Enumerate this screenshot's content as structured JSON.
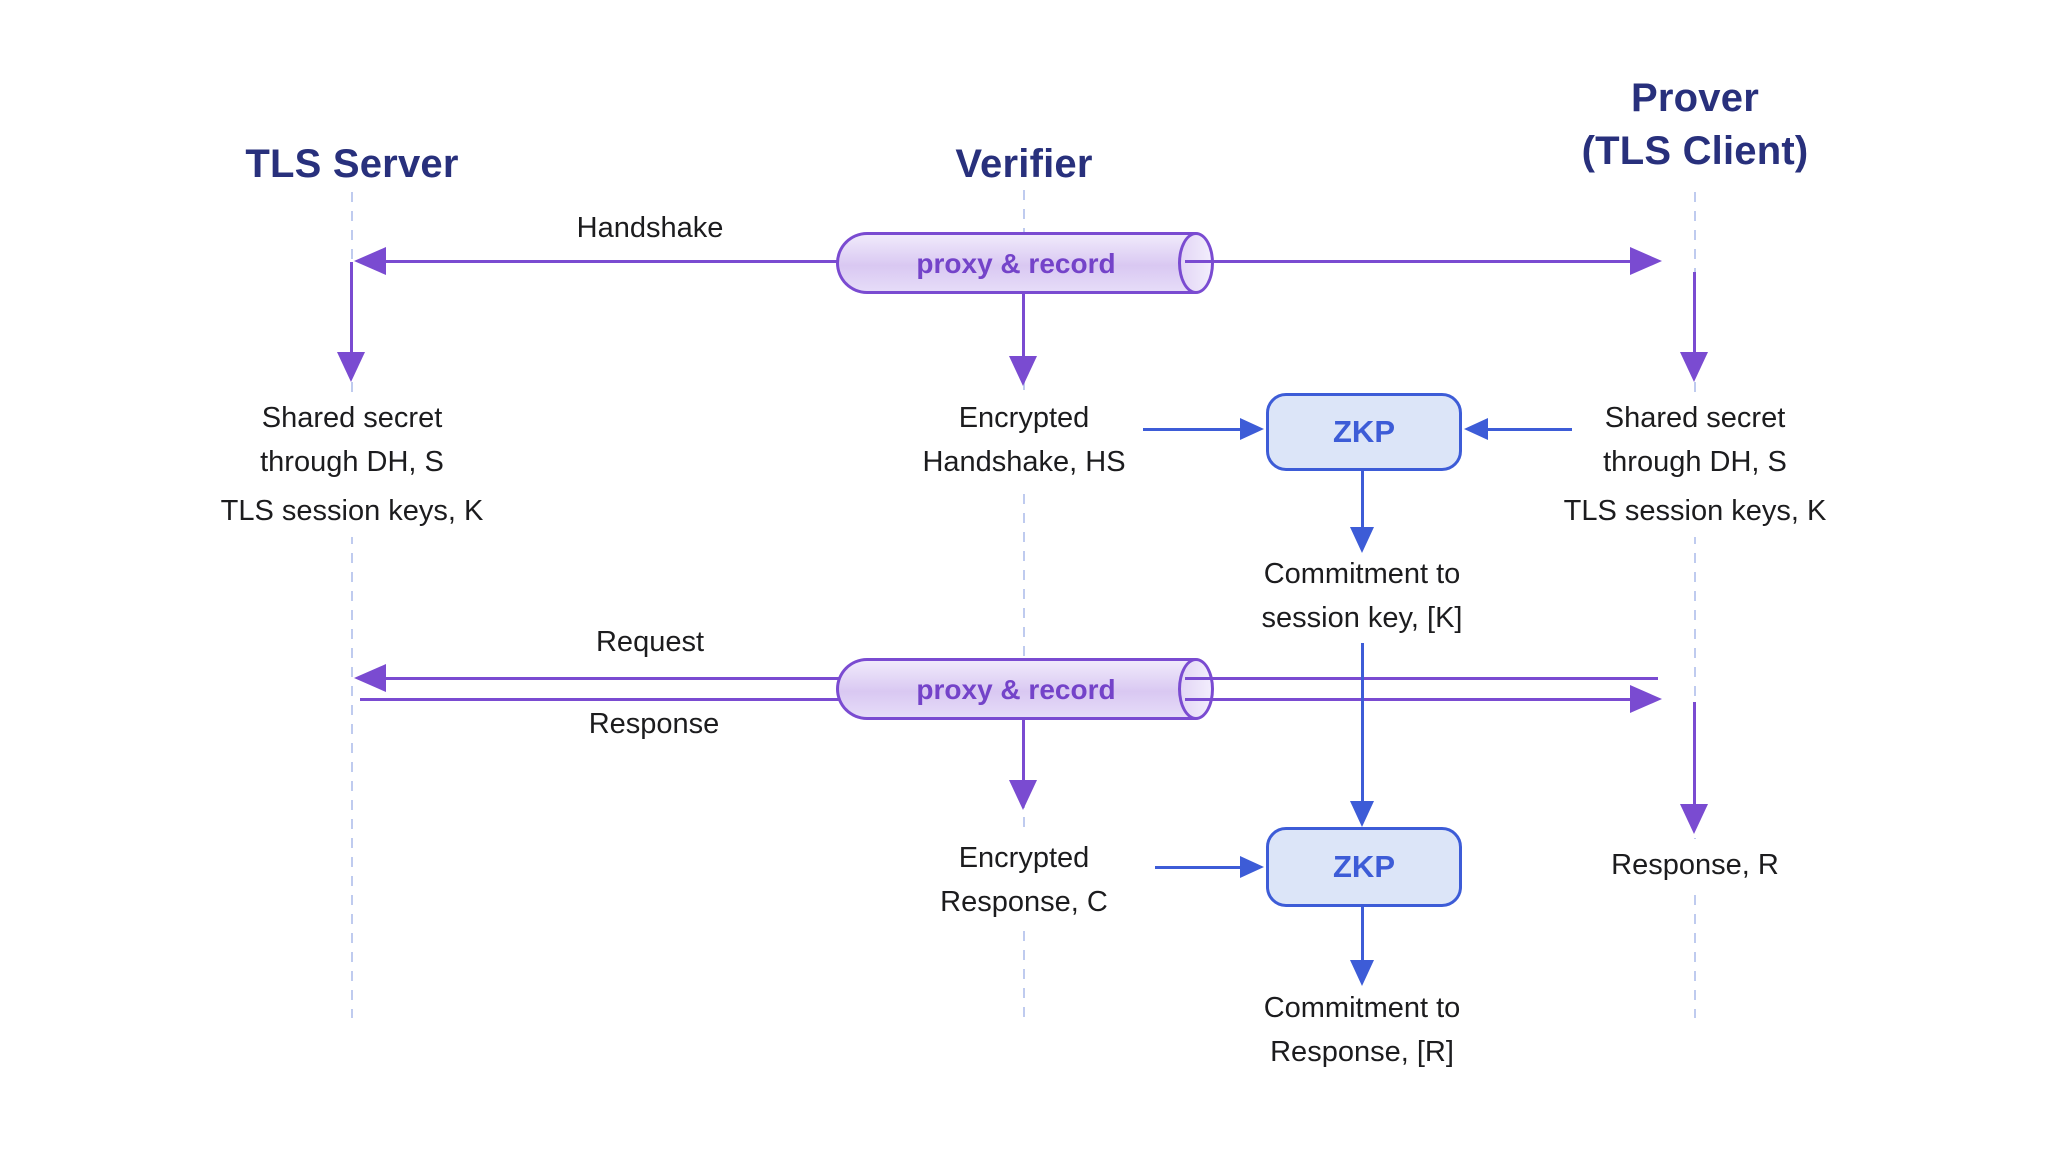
{
  "palette": {
    "title": "#28307C",
    "purple": "#7A4BD1",
    "purple_text": "#7443C9",
    "blue": "#3D5CD7",
    "zkp_fill": "#DCE5F8",
    "lifeline": "#BFCBEF",
    "text": "#1C1C1E"
  },
  "actors": [
    {
      "title": "TLS Server"
    },
    {
      "title": "Verifier"
    },
    {
      "title": "Prover",
      "subtitle": "(TLS Client)"
    }
  ],
  "phase1": {
    "arrow_label": "Handshake",
    "pipe_label": "proxy & record",
    "server_note_line1": "Shared secret",
    "server_note_line2": "through DH, S",
    "server_note2": "TLS session keys, K",
    "verifier_note_line1": "Encrypted",
    "verifier_note_line2": "Handshake, HS",
    "prover_note_line1": "Shared secret",
    "prover_note_line2": "through DH, S",
    "prover_note2": "TLS session keys, K",
    "zkp_label": "ZKP",
    "commitment_line1": "Commitment to",
    "commitment_line2": "session key, [K]"
  },
  "phase2": {
    "request_label": "Request",
    "response_label": "Response",
    "pipe_label": "proxy & record",
    "verifier_note_line1": "Encrypted",
    "verifier_note_line2": "Response, C",
    "prover_note": "Response, R",
    "zkp_label": "ZKP",
    "commitment_line1": "Commitment to",
    "commitment_line2": "Response, [R]"
  }
}
